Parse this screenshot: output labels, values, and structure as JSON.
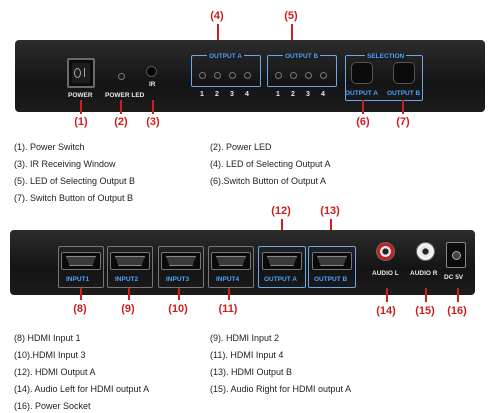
{
  "front": {
    "labels": {
      "power": "POWER",
      "power_led": "POWER LED",
      "ir": "IR",
      "output_a_group": "OUTPUT A",
      "output_b_group": "OUTPUT B",
      "selection": "SELECTION",
      "sel_output_a": "OUTPUT A",
      "sel_output_b": "OUTPUT B",
      "led_nums_a": [
        "1",
        "2",
        "3",
        "4"
      ],
      "led_nums_b": [
        "1",
        "2",
        "3",
        "4"
      ]
    },
    "callouts": [
      "(1)",
      "(2)",
      "(3)",
      "(4)",
      "(5)",
      "(6)",
      "(7)"
    ],
    "legend": [
      "(1). Power Switch",
      "(2). Power LED",
      "(3). IR Receiving Window",
      "(4). LED of Selecting Output A",
      "(5). LED of Selecting Output B",
      "(6).Switch Button of Output A",
      "(7). Switch Button of Output B"
    ]
  },
  "rear": {
    "labels": {
      "input1": "INPUT1",
      "input2": "INPUT2",
      "input3": "INPUT3",
      "input4": "INPUT4",
      "output_a": "OUTPUT A",
      "output_b": "OUTPUT B",
      "audio_l": "AUDIO L",
      "audio_r": "AUDIO R",
      "dc": "DC 5V"
    },
    "callouts": [
      "(8)",
      "(9)",
      "(10)",
      "(11)",
      "(12)",
      "(13)",
      "(14)",
      "(15)",
      "(16)"
    ],
    "legend": [
      "(8) HDMI Input 1",
      "(9). HDMI Input 2",
      "(10).HDMI Input 3",
      "(11). HDMI Input 4",
      "(12). HDMI Output A",
      "(13). HDMI Output B",
      "(14). Audio Left for HDMI output A",
      "(15). Audio Right for HDMI output A",
      "(16). Power Socket"
    ]
  },
  "colors": {
    "callout": "#cc1f1f",
    "panel": "#1a1a1a",
    "accent_blue": "#4aa3ff"
  }
}
